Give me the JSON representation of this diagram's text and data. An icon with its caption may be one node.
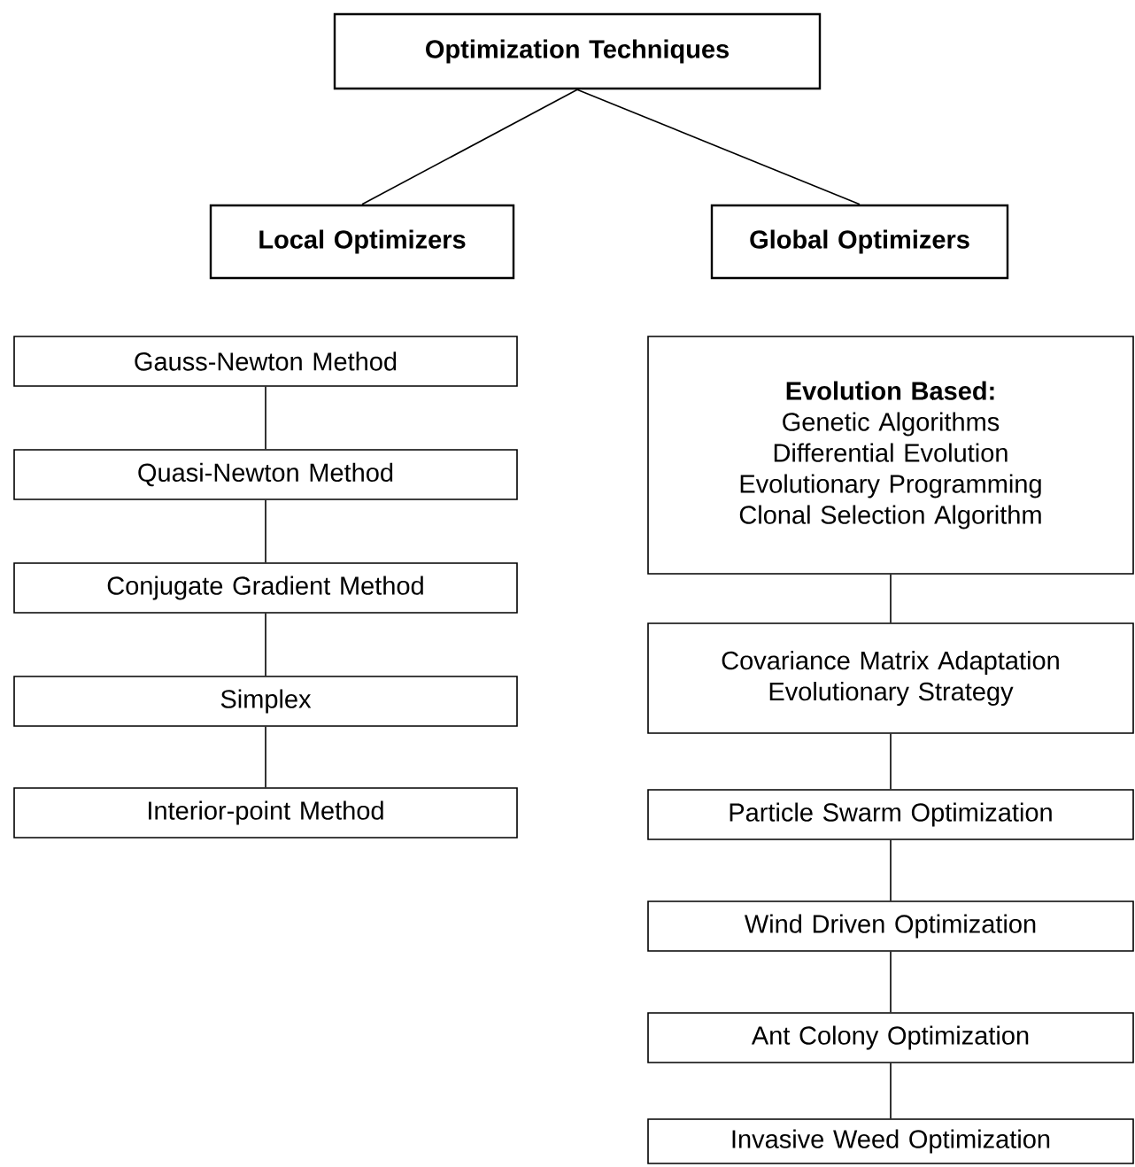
{
  "diagram": {
    "nodes": [
      {
        "text": [
          "Optimization Techniques"
        ]
      },
      {
        "text": [
          "Local Optimizers"
        ]
      },
      {
        "text": [
          "Global Optimizers"
        ]
      },
      {
        "text": [
          "Gauss-Newton Method"
        ]
      },
      {
        "text": [
          "Quasi-Newton Method"
        ]
      },
      {
        "text": [
          "Conjugate Gradient Method"
        ]
      },
      {
        "text": [
          "Simplex"
        ]
      },
      {
        "text": [
          "Interior-point Method"
        ]
      },
      {
        "text": [
          "Evolution Based:",
          "Genetic Algorithms",
          "Differential Evolution",
          "Evolutionary Programming",
          "Clonal Selection Algorithm"
        ]
      },
      {
        "text": [
          "Covariance Matrix Adaptation Evolutionary Strategy"
        ]
      },
      {
        "text": [
          "Particle Swarm Optimization"
        ]
      },
      {
        "text": [
          "Wind Driven Optimization"
        ]
      },
      {
        "text": [
          "Ant Colony Optimization"
        ]
      },
      {
        "text": [
          "Invasive Weed Optimization"
        ]
      }
    ],
    "edges": [
      {
        "from": 0,
        "to": 1,
        "arrow": "none"
      },
      {
        "from": 0,
        "to": 2,
        "arrow": "none"
      },
      {
        "from": 3,
        "to": 4,
        "arrow": "none"
      },
      {
        "from": 4,
        "to": 5,
        "arrow": "none"
      },
      {
        "from": 5,
        "to": 6,
        "arrow": "none"
      },
      {
        "from": 6,
        "to": 7,
        "arrow": "none"
      },
      {
        "from": 8,
        "to": 9,
        "arrow": "none"
      },
      {
        "from": 9,
        "to": 10,
        "arrow": "none"
      },
      {
        "from": 10,
        "to": 11,
        "arrow": "none"
      },
      {
        "from": 11,
        "to": 12,
        "arrow": "none"
      },
      {
        "from": 12,
        "to": 13,
        "arrow": "none"
      }
    ]
  }
}
